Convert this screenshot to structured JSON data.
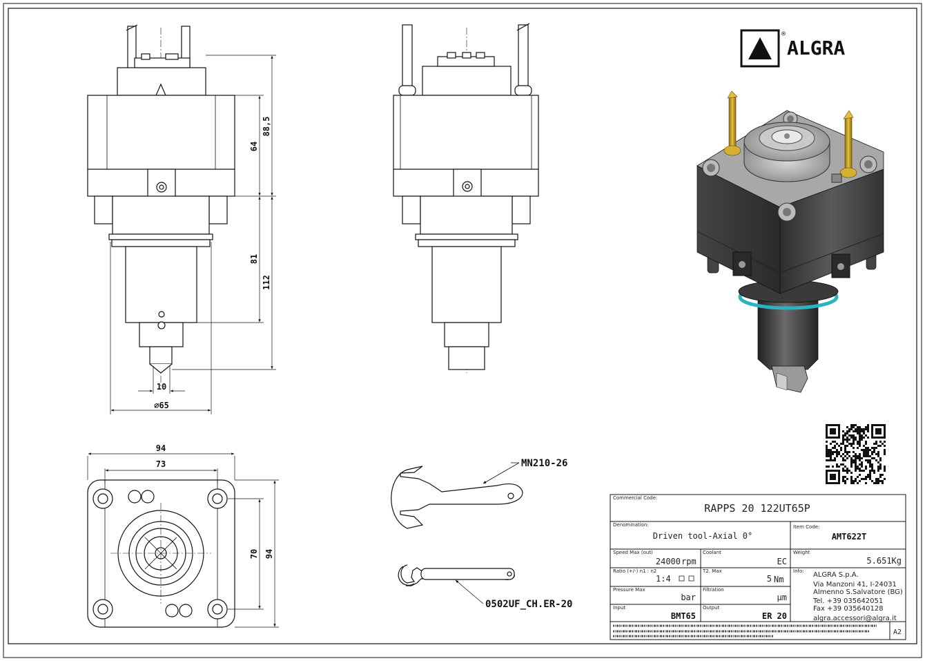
{
  "brand": {
    "name": "ALGRA",
    "registered": "®"
  },
  "dimensions": {
    "d88_5": "88,5",
    "d64": "64",
    "d81": "81",
    "d112": "112",
    "d10": "10",
    "d65": "∅65",
    "d94_top": "94",
    "d73": "73",
    "d70": "70",
    "d94_side": "94"
  },
  "tools": {
    "wrench_big": "MN210-26",
    "wrench_small": "0502UF_CH.ER-20"
  },
  "titleblock": {
    "commercial_code_label": "Commercial Code:",
    "commercial_code": "RAPPS 20 122UT65P",
    "denomination_label": "Denomination:",
    "denomination": "Driven tool-Axial 0°",
    "item_code_label": "Item Code:",
    "item_code": "AMT622T",
    "speed_label": "Speed Max (out)",
    "speed_value": "24000",
    "speed_unit": "rpm",
    "coolant_label": "Coolant",
    "coolant_value": "EC",
    "weight_label": "Weight",
    "weight_value": "5.651Kg",
    "ratio_label": "Ratio (+/-) n1 : n2",
    "ratio_value": "1:4",
    "torque_label": "T2. Max",
    "torque_value": "5",
    "torque_unit": "Nm",
    "info_label": "Info:",
    "pressure_label": "Pressure Max",
    "pressure_unit": "bar",
    "filtration_label": "Filtration",
    "filtration_unit": "µm",
    "input_label": "Input",
    "input_value": "BMT65",
    "output_label": "Output",
    "output_value": "ER 20",
    "sheet_size": "A2"
  },
  "company": {
    "name": "ALGRA S.p.A.",
    "address1": "Via Manzoni 41, I-24031",
    "address2": "Almenno S.Salvatore (BG)",
    "tel": "Tel. +39 035642051",
    "fax": "Fax +39 035640128",
    "email": "algra.accessori@algra.it"
  },
  "colors": {
    "line": "#111111",
    "accent": "#2bb3c0",
    "gold": "#c8a020",
    "body": "#3c3c3c"
  }
}
